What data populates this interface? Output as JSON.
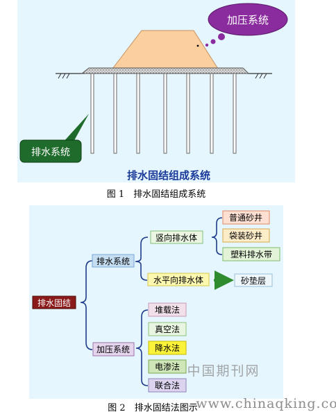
{
  "figure1": {
    "cloud_label": "加压系统",
    "callout_label": "排水系统",
    "inner_title": "排水固结组成系统",
    "caption": "图 1　排水固结组成系统"
  },
  "figure2": {
    "root": "排水固结",
    "drainage": "排水系统",
    "vertical": "竖向排水体",
    "vertical_items": [
      "普通砂井",
      "袋装砂井",
      "塑料排水带"
    ],
    "horizontal": "水平向排水体",
    "horizontal_target": "砂垫层",
    "pressure": "加压系统",
    "pressure_items": [
      "堆载法",
      "真空法",
      "降水法",
      "电渗法",
      "联合法"
    ],
    "caption": "图 2　排水固结法图示"
  },
  "watermark_cn": "中国期刊网",
  "watermark_url": "www.chinaqking.com",
  "colors": {
    "panel_bg": "#e6f6fe",
    "embankment": "#fbcf9e",
    "cloud": "#8a2b9e",
    "callout": "#1f6b2b",
    "root_box": "#8b1b1b",
    "arrow_green": "#2e8b2e",
    "brace": "#1c3a8a"
  }
}
